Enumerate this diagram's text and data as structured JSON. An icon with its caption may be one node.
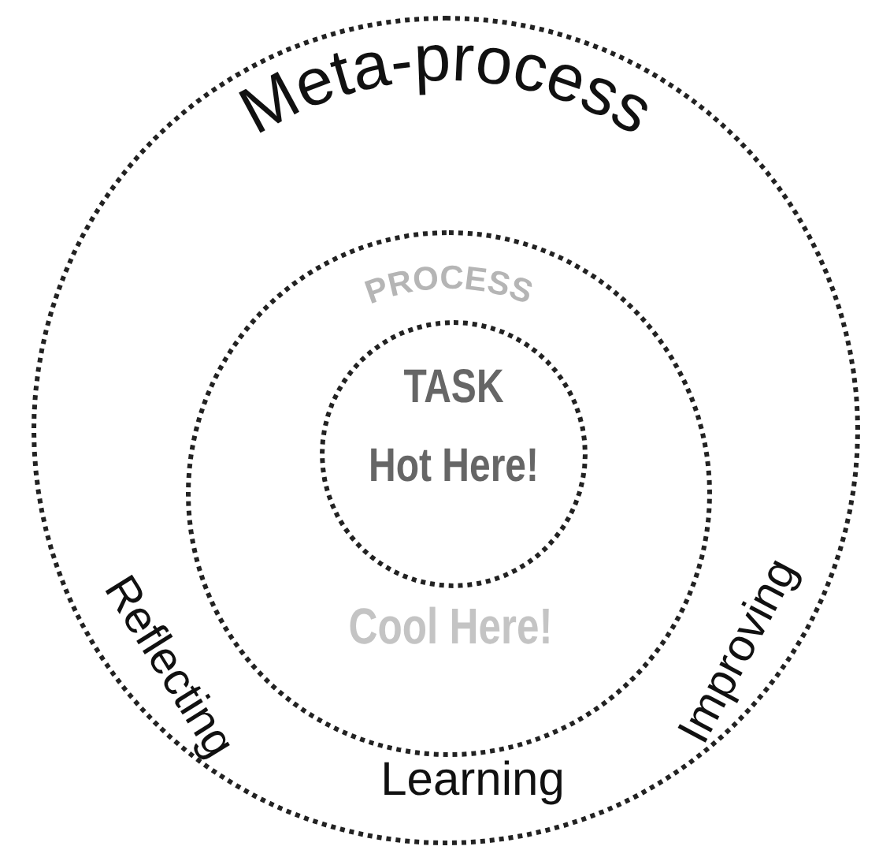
{
  "diagram": {
    "nodes": [
      {
        "text": [
          "Meta-process",
          "Reflecting",
          "Learning",
          "Improving"
        ]
      },
      {
        "text": [
          "PROCESS",
          "Cool Here!"
        ],
        "in": 0
      },
      {
        "text": [
          "TASK",
          "Hot Here!"
        ],
        "in": 1
      }
    ]
  }
}
